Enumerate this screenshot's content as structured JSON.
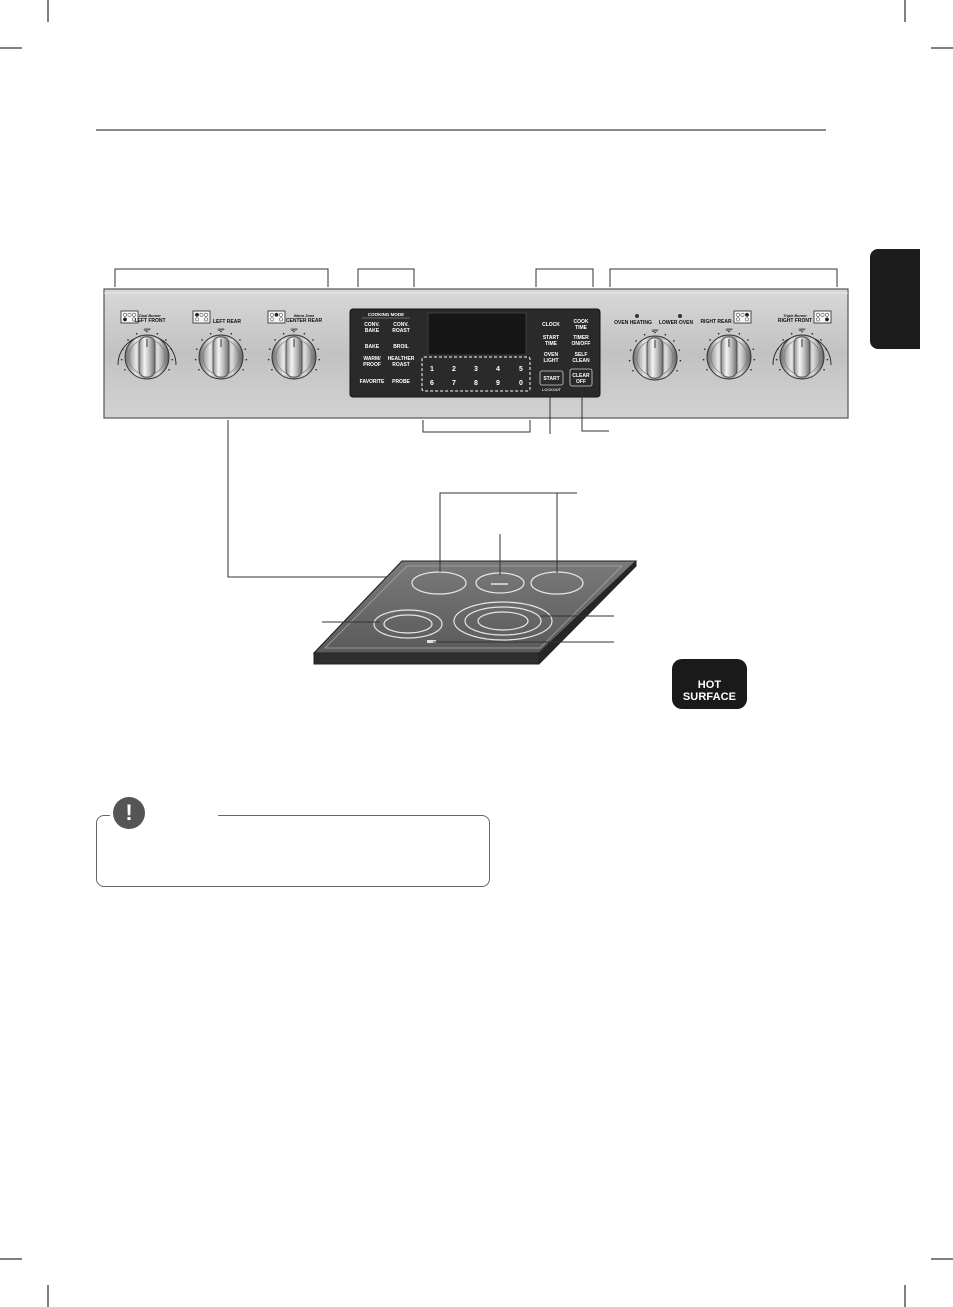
{
  "colors": {
    "panel": "#c9c9c9",
    "display": "#2b2b2b",
    "cooktop": "#5d5d5d",
    "badge": "#1a1a1a",
    "tab": "#1c1c1c",
    "line": "#333333"
  },
  "knobs_left": [
    {
      "symbol": "dual-burner-left-front-icon",
      "caption_small": "Dual Burner",
      "caption": "LEFT FRONT",
      "off": "OFF"
    },
    {
      "symbol": "left-rear-burner-icon",
      "caption_small": "",
      "caption": "LEFT REAR",
      "off": "OFF"
    },
    {
      "symbol": "warm-zone-center-rear-icon",
      "caption_small": "Warm Zone",
      "caption": "CENTER REAR",
      "off": "OFF"
    }
  ],
  "knobs_right": [
    {
      "symbol": "",
      "caption_small": "",
      "caption": "",
      "off": "OFF",
      "indicators": [
        "OVEN HEATING",
        "LOWER OVEN"
      ]
    },
    {
      "symbol": "right-rear-burner-icon",
      "caption_small": "",
      "caption": "RIGHT REAR",
      "off": "OFF"
    },
    {
      "symbol": "triple-burner-right-front-icon",
      "caption_small": "Triple Burner",
      "caption": "RIGHT FRONT",
      "off": "OFF"
    }
  ],
  "control_panel": {
    "cooking_mode_header": "COOKING MODE",
    "modes": [
      {
        "line1": "CONV.",
        "line2": "BAKE"
      },
      {
        "line1": "CONV.",
        "line2": "ROAST"
      },
      {
        "line1": "BAKE",
        "line2": ""
      },
      {
        "line1": "BROIL",
        "line2": ""
      },
      {
        "line1": "WARM/",
        "line2": "PROOF"
      },
      {
        "line1": "HEALTHER",
        "line2": "ROAST"
      },
      {
        "line1": "FAVORITE",
        "line2": ""
      },
      {
        "line1": "PROBE",
        "line2": ""
      }
    ],
    "numbers": [
      "1",
      "2",
      "3",
      "4",
      "5",
      "6",
      "7",
      "8",
      "9",
      "0"
    ],
    "functions": [
      {
        "line1": "CLOCK",
        "line2": ""
      },
      {
        "line1": "COOK",
        "line2": "TIME"
      },
      {
        "line1": "START",
        "line2": "TIME"
      },
      {
        "line1": "TIMER",
        "line2": "ON/OFF"
      },
      {
        "line1": "OVEN",
        "line2": "LIGHT"
      },
      {
        "line1": "SELF",
        "line2": "CLEAN"
      }
    ],
    "start": "START",
    "lockout": "LOCKOUT",
    "clear_off": {
      "line1": "CLEAR",
      "line2": "OFF"
    }
  },
  "badge": {
    "label": "HOT SURFACE"
  },
  "note": {
    "icon": "!"
  }
}
